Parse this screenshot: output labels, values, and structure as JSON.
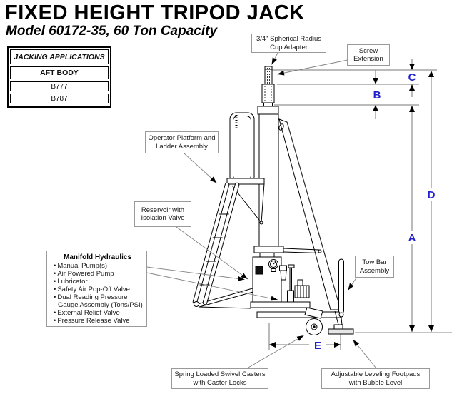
{
  "title": "FIXED HEIGHT TRIPOD JACK",
  "subtitle": "Model 60172-35, 60 Ton Capacity",
  "applications_table": {
    "header": "JACKING APPLICATIONS",
    "rows": [
      "AFT BODY",
      "B777",
      "B787"
    ]
  },
  "callouts": {
    "cup_adapter": "3/4\" Spherical Radius Cup Adapter",
    "screw_extension": "Screw Extension",
    "operator_platform": "Operator Platform and Ladder Assembly",
    "reservoir": "Reservoir with Isolation Valve",
    "manifold_title": "Manifold Hydraulics",
    "manifold_items": [
      "Manual Pump(s)",
      "Air Powered Pump",
      "Lubricator",
      "Safety Air Pop-Off Valve",
      "Dual Reading Pressure Gauge Assembly (Tons/PSI)",
      "External Relief Valve",
      "Pressure Release Valve"
    ],
    "tow_bar": "Tow Bar Assembly",
    "casters": "Spring Loaded Swivel Casters with Caster Locks",
    "footpads": "Adjustable Leveling Footpads with Bubble Level"
  },
  "dimensions": {
    "a": "A",
    "b": "B",
    "c": "C",
    "d": "D",
    "e": "E"
  },
  "colors": {
    "dimension_letter": "#2222cc",
    "drawing_line": "#000000",
    "leader_line": "#848484"
  }
}
